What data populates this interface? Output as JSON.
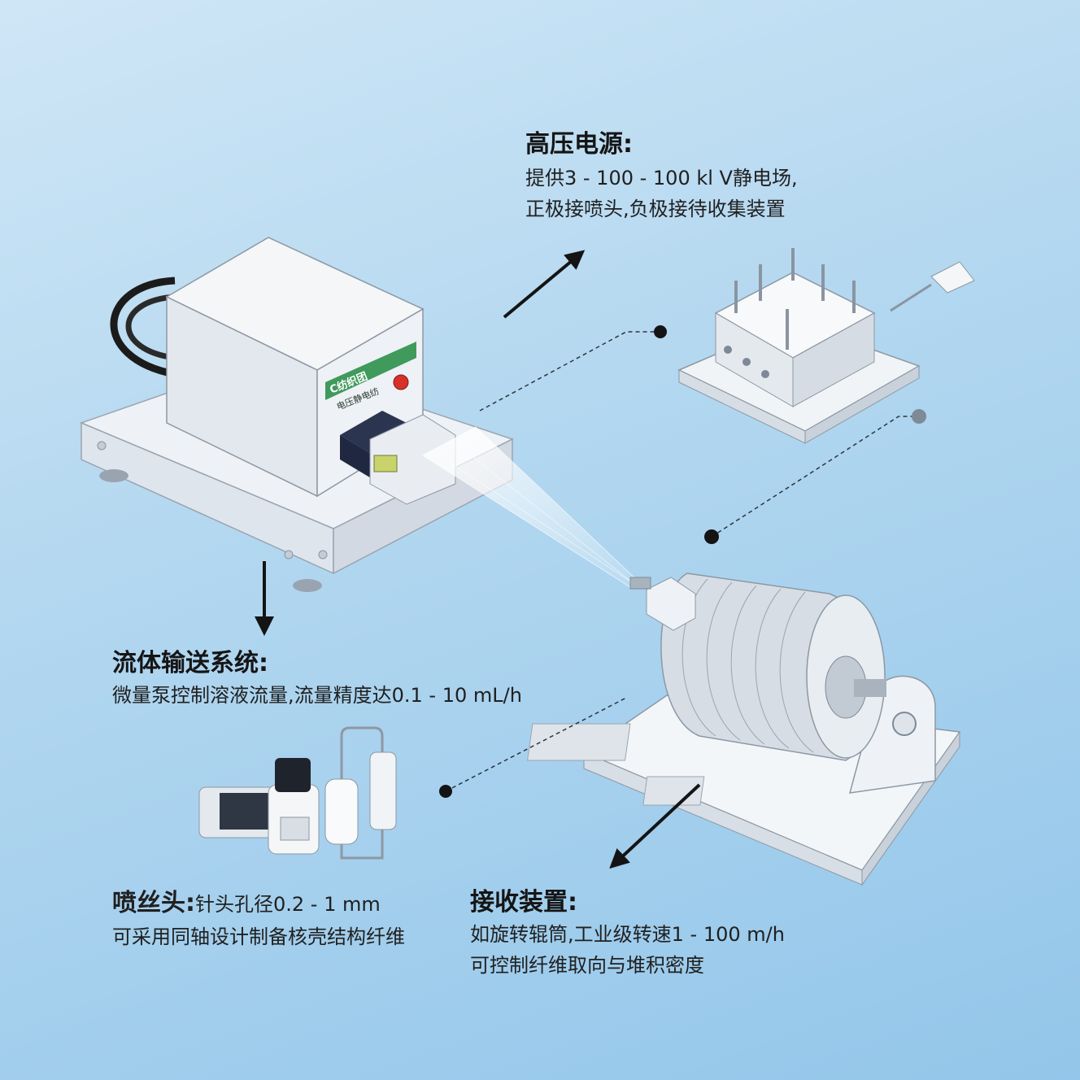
{
  "power": {
    "title": "高压电源:",
    "line1": "提供3 - 100   - 100 kl V静电场,",
    "line2": "正极接喷头,负极接待收集装置"
  },
  "fluid": {
    "title": "流体输送系统:",
    "line1": "微量泵控制溶液流量,流量精度达0.1 -  10  mL/h"
  },
  "nozzle": {
    "title": "喷丝头:",
    "line1": "针头孔径0.2 - 1 mm",
    "line2": "可采用同轴设计制备核壳结构纤维"
  },
  "collector": {
    "title": "接收装置:",
    "line1": "如旋转辊筒,工业级转速1 - 100 m/h",
    "line2": "可控制纤维取向与堆积密度"
  },
  "device_label": {
    "brand": "C纺织团",
    "model": "电压静电纺"
  },
  "colors": {
    "accent_green": "#3f9a5c",
    "arrow": "#141414",
    "button_red": "#d8302a"
  }
}
